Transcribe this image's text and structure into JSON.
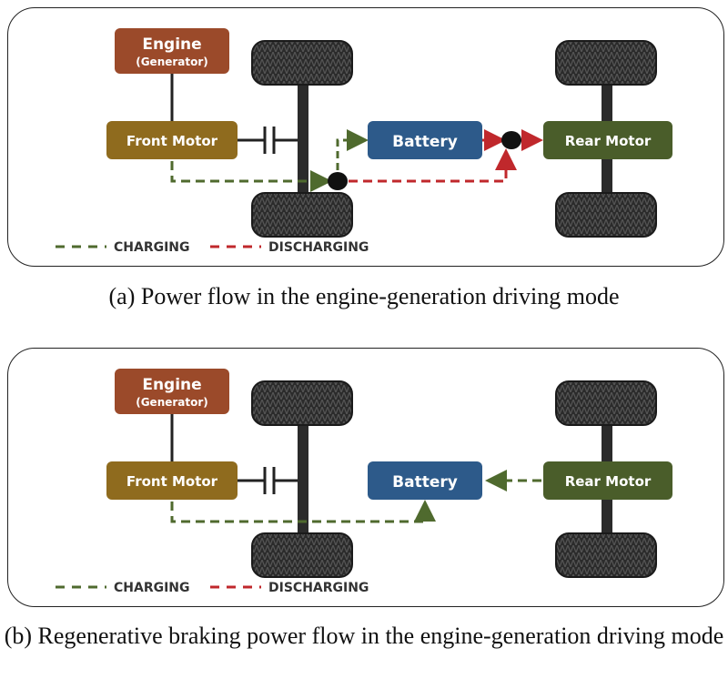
{
  "panels": [
    {
      "id": "a",
      "labels": {
        "engine": "Engine",
        "generator": "(Generator)",
        "front_motor": "Front Motor",
        "battery": "Battery",
        "rear_motor": "Rear Motor"
      },
      "legend": {
        "charging": "CHARGING",
        "discharging": "DISCHARGING"
      },
      "caption": "(a) Power flow in the engine-generation driving mode"
    },
    {
      "id": "b",
      "labels": {
        "engine": "Engine",
        "generator": "(Generator)",
        "front_motor": "Front Motor",
        "battery": "Battery",
        "rear_motor": "Rear Motor"
      },
      "legend": {
        "charging": "CHARGING",
        "discharging": "DISCHARGING"
      },
      "caption": "(b) Regenerative braking power flow in the engine-generation driving mode"
    }
  ],
  "colors": {
    "engine": "#9b4a2a",
    "front_motor": "#8f6b1e",
    "battery": "#2d5a8a",
    "rear_motor": "#4a5d2a",
    "charging": "#4f6a2e",
    "discharging": "#c0282c",
    "tire": "#2b2b2b"
  }
}
